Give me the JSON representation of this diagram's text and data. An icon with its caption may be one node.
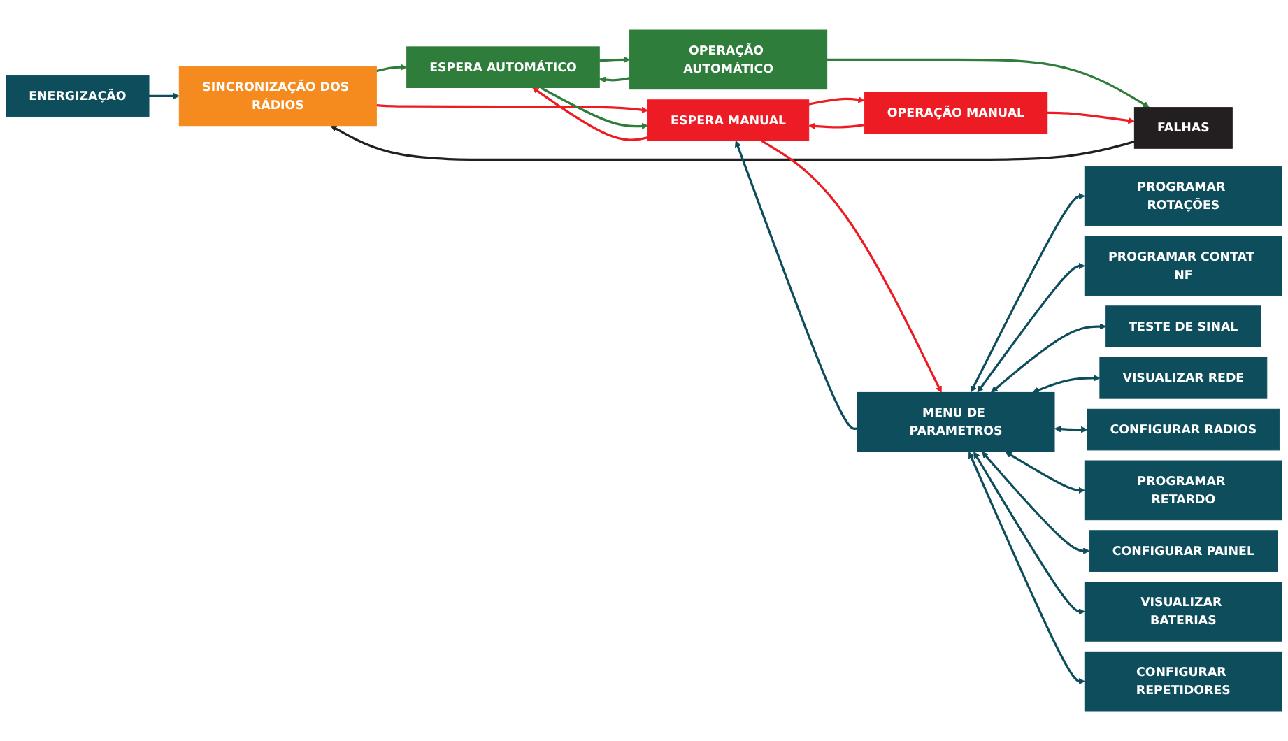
{
  "diagram": {
    "nodes": [
      {
        "text": [
          "ENERGIZAÇÃO"
        ]
      },
      {
        "text": [
          "SINCRONIZAÇÃO DOS RÁDIOS"
        ]
      },
      {
        "text": [
          "ESPERA AUTOMÁTICO"
        ]
      },
      {
        "text": [
          "ESPERA MANUAL"
        ]
      },
      {
        "text": [
          "OPERAÇÃO AUTOMÁTICO"
        ]
      },
      {
        "text": [
          "OPERAÇÃO MANUAL"
        ]
      },
      {
        "text": [
          "MENU DE PARAMETROS"
        ]
      },
      {
        "text": [
          "FALHAS"
        ]
      },
      {
        "text": [
          "PROGRAMAR ROTAÇÕES"
        ]
      },
      {
        "text": [
          "PROGRAMAR CONTAT NF"
        ]
      },
      {
        "text": [
          "TESTE DE SINAL"
        ]
      },
      {
        "text": [
          "VISUALIZAR REDE"
        ]
      },
      {
        "text": [
          "CONFIGURAR RADIOS"
        ]
      },
      {
        "text": [
          "PROGRAMAR RETARDO"
        ]
      },
      {
        "text": [
          "CONFIGURAR PAINEL"
        ]
      },
      {
        "text": [
          "VISUALIZAR BATERIAS"
        ]
      },
      {
        "text": [
          "CONFIGURAR REPETIDORES"
        ]
      }
    ],
    "edges": [
      {
        "from": 0,
        "to": 1,
        "arrow": "to"
      },
      {
        "from": 1,
        "to": 2,
        "arrow": "to",
        "color": "#2e7d3a"
      },
      {
        "from": 1,
        "to": 3,
        "arrow": "to",
        "color": "#ed1c24"
      },
      {
        "from": 2,
        "to": 3,
        "arrow": "to",
        "color": "#2e7d3a"
      },
      {
        "from": 3,
        "to": 2,
        "arrow": "to",
        "color": "#ed1c24"
      },
      {
        "from": 2,
        "to": 4,
        "arrow": "to",
        "color": "#2e7d3a"
      },
      {
        "from": 4,
        "to": 2,
        "arrow": "to",
        "color": "#2e7d3a"
      },
      {
        "from": 3,
        "to": 5,
        "arrow": "to",
        "color": "#ed1c24"
      },
      {
        "from": 5,
        "to": 3,
        "arrow": "to",
        "color": "#ed1c24"
      },
      {
        "from": 4,
        "to": 7,
        "arrow": "to",
        "color": "#2e7d3a"
      },
      {
        "from": 5,
        "to": 7,
        "arrow": "to",
        "color": "#ed1c24"
      },
      {
        "from": 7,
        "to": 1,
        "arrow": "to",
        "color": "#231f20"
      },
      {
        "from": 6,
        "to": 3,
        "arrow": "to"
      },
      {
        "from": 3,
        "to": 6,
        "arrow": "to",
        "color": "#ed1c24"
      },
      {
        "from": 6,
        "to": 8,
        "arrow": "both"
      },
      {
        "from": 6,
        "to": 9,
        "arrow": "both"
      },
      {
        "from": 6,
        "to": 10,
        "arrow": "both"
      },
      {
        "from": 6,
        "to": 11,
        "arrow": "both"
      },
      {
        "from": 6,
        "to": 12,
        "arrow": "both"
      },
      {
        "from": 6,
        "to": 13,
        "arrow": "both"
      },
      {
        "from": 6,
        "to": 14,
        "arrow": "both"
      },
      {
        "from": 6,
        "to": 15,
        "arrow": "both"
      },
      {
        "from": 6,
        "to": 16,
        "arrow": "both"
      }
    ]
  }
}
